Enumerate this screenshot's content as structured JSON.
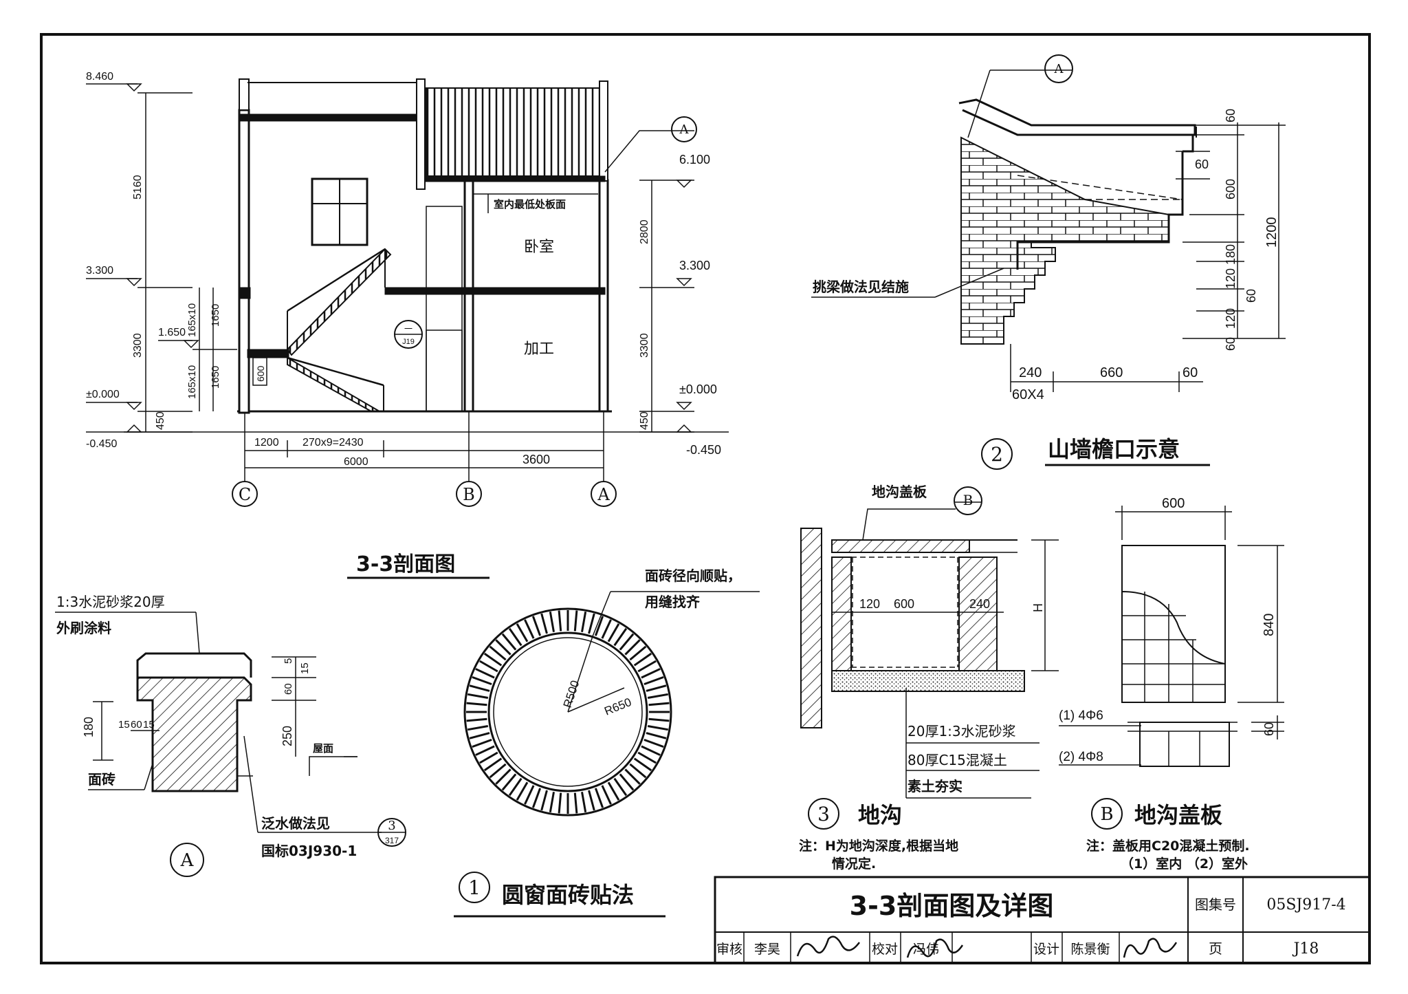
{
  "section33": {
    "title": "3-3剖面图",
    "elev_left": [
      "8.460",
      "3.300",
      "1.650",
      "±0.000",
      "-0.450"
    ],
    "elev_right": [
      "6.100",
      "3.300",
      "±0.000",
      "-0.450"
    ],
    "dims_left": [
      "5160",
      "3300",
      "450"
    ],
    "dims_stair": [
      "165x10",
      "1650",
      "165x10",
      "1650",
      "600"
    ],
    "dims_right": [
      "2800",
      "3300",
      "450"
    ],
    "dims_bottom": [
      "1200",
      "270x9=2430",
      "6000",
      "3600"
    ],
    "axes": [
      "C",
      "B",
      "A"
    ],
    "rooms": [
      "卧室",
      "加工"
    ],
    "note_floor": "室内最低处板面",
    "ref_a": "A",
    "ref_1_top": "一",
    "ref_1_bottom": "J19"
  },
  "detail2": {
    "number": "2",
    "title": "山墙檐口示意",
    "ref": "A",
    "note": "挑梁做法见结施",
    "dims_v": [
      "60",
      "60",
      "600",
      "180",
      "120",
      "60",
      "120",
      "60",
      "1200"
    ],
    "dims_h": [
      "240",
      "660",
      "60",
      "60X4"
    ]
  },
  "detailA": {
    "label": "A",
    "note1": "1:3水泥砂浆20厚",
    "note2": "外刷涂料",
    "note3": "面砖",
    "dims": [
      "180",
      "15",
      "60",
      "15",
      "5",
      "60",
      "15",
      "250"
    ],
    "roof": "屋面",
    "flash1": "泛水做法见",
    "flash2": "国标03J930-1",
    "ref_top": "3",
    "ref_bottom": "317"
  },
  "detail1": {
    "number": "1",
    "title": "圆窗面砖贴法",
    "note1": "面砖径向顺贴，",
    "note2": "用缝找齐",
    "r1": "R500",
    "r2": "R650"
  },
  "detail3": {
    "number": "3",
    "title": "地沟",
    "cover": "地沟盖板",
    "ref": "B",
    "dims": [
      "120",
      "600",
      "240",
      "H"
    ],
    "layers": [
      "20厚1:3水泥砂浆",
      "80厚C15混凝土",
      "素土夯实"
    ],
    "note1": "注：H为地沟深度,根据当地",
    "note2": "情况定."
  },
  "detailB": {
    "label": "B",
    "title": "地沟盖板",
    "dims": [
      "600",
      "840",
      "60"
    ],
    "rebar1": "(1) 4Φ6",
    "rebar2": "(2) 4Φ8",
    "note1": "注：盖板用C20混凝土预制.",
    "note2": "（1）室内 （2）室外"
  },
  "titleblock": {
    "title": "3-3剖面图及详图",
    "atlas_label": "图集号",
    "atlas_no": "05SJ917-4",
    "review_label": "审核",
    "review_name": "李昊",
    "check_label": "校对",
    "check_name": "冯伟",
    "design_label": "设计",
    "design_name": "陈景衡",
    "page_label": "页",
    "page_no": "J18"
  }
}
